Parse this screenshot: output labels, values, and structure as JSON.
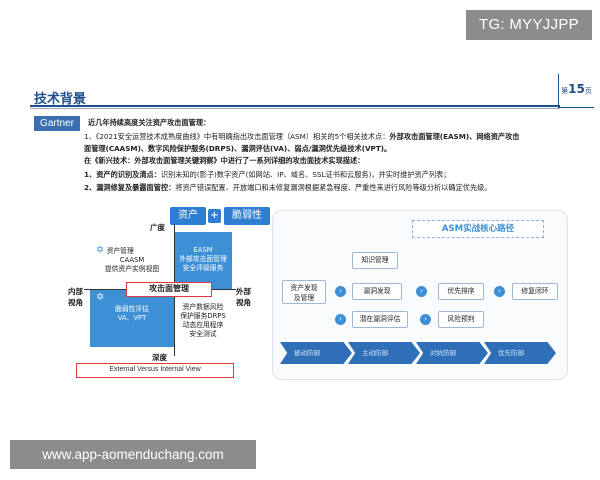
{
  "watermark_top": "TG: MYYJJPP",
  "watermark_bottom": "www.app-aomenduchang.com",
  "header": {
    "title": "技术背景",
    "page_prefix": "第",
    "page_number": "15",
    "page_suffix": "页"
  },
  "badge": "Gartner",
  "intro": {
    "line0": "近几年持续高度关注资产攻击面管理：",
    "line1a": "1、《2021安全运营技术成熟度曲线》中有明确指出攻击面管理（ASM）相关的5个相关技术点：",
    "line1b": "外部攻击面管理(EASM)、网络资产攻击",
    "line2": "面管理(CAASM)、数字风险保护服务(DRPS)、漏洞评估(VA)、弱点/漏洞优先级技术(VPT)。",
    "line3": "在《新兴技术：外部攻击面管理关键洞察》中进行了一系列详细的攻击面技术实现描述：",
    "line4a": "1、资产的识别及清点：",
    "line4b": "识别未知的(影子)数字资产(如网站、IP、域名、SSL证书和云服务)，并实时维护资产列表；",
    "line5a": "2、漏洞修复及暴露面管控：",
    "line5b": "将资产错误配置、开放端口和未修复漏洞根据紧急程度、严重性来进行风险等级分析以确定优先级。"
  },
  "quadrant": {
    "tag_left": "资产",
    "tag_plus": "+",
    "tag_right": "脆弱性",
    "top_label": "广度",
    "bottom_label": "深度",
    "left_label_1": "内部",
    "left_label_2": "视角",
    "right_label_1": "外部",
    "right_label_2": "视角",
    "center": "攻击面管理",
    "q1": [
      "资产管理",
      "CAASM",
      "提供资产实例视图"
    ],
    "q2": [
      "EASM",
      "外部攻击面管理",
      "安全评级服务"
    ],
    "q3": [
      "脆弱性评估",
      "VA、VPT"
    ],
    "q4": [
      "资产数据风险",
      "保护服务DRPS",
      "动态应用程序",
      "安全测试"
    ],
    "footer": "External Versus Internal View"
  },
  "flow": {
    "title": "ASM实战核心路径",
    "nodes": {
      "knowledge": "知识管理",
      "discover": "资产发现\n及管理",
      "vuln": "漏洞发现",
      "priority": "优先排序",
      "close": "修复闭环",
      "latent": "潜在漏洞评估",
      "risk": "风险预判"
    },
    "stages": [
      "被动防御",
      "主动防御",
      "对抗防御",
      "优先防御"
    ]
  }
}
